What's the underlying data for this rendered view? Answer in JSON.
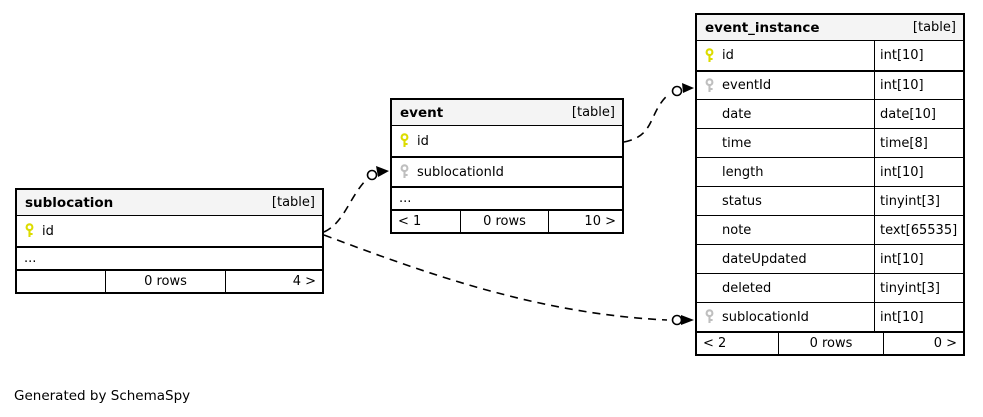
{
  "note": "Generated by SchemaSpy",
  "colors": {
    "primary_key": "#dcdc00",
    "foreign_key": "#bfbfbf",
    "header_bg": "#f4f4f4",
    "border": "#000000",
    "background": "#ffffff"
  },
  "tables": {
    "sublocation": {
      "name": "sublocation",
      "tag": "[table]",
      "columns": [
        {
          "name": "id",
          "key": "primary"
        }
      ],
      "ellipsis": "...",
      "footer": {
        "left": "",
        "center": "0 rows",
        "right": "4 >"
      }
    },
    "event": {
      "name": "event",
      "tag": "[table]",
      "columns": [
        {
          "name": "id",
          "key": "primary"
        },
        {
          "name": "sublocationId",
          "key": "foreign"
        }
      ],
      "ellipsis": "...",
      "footer": {
        "left": "< 1",
        "center": "0 rows",
        "right": "10 >"
      }
    },
    "event_instance": {
      "name": "event_instance",
      "tag": "[table]",
      "columns": [
        {
          "name": "id",
          "type": "int[10]",
          "key": "primary"
        },
        {
          "name": "eventId",
          "type": "int[10]",
          "key": "foreign"
        },
        {
          "name": "date",
          "type": "date[10]"
        },
        {
          "name": "time",
          "type": "time[8]"
        },
        {
          "name": "length",
          "type": "int[10]"
        },
        {
          "name": "status",
          "type": "tinyint[3]"
        },
        {
          "name": "note",
          "type": "text[65535]"
        },
        {
          "name": "dateUpdated",
          "type": "int[10]"
        },
        {
          "name": "deleted",
          "type": "tinyint[3]"
        },
        {
          "name": "sublocationId",
          "type": "int[10]",
          "key": "foreign"
        }
      ],
      "footer": {
        "left": "< 2",
        "center": "0 rows",
        "right": "0 >"
      }
    }
  },
  "relationships": [
    {
      "from": "event.id",
      "to": "event_instance.eventId"
    },
    {
      "from": "sublocation.id",
      "to": "event.sublocationId"
    },
    {
      "from": "sublocation.id",
      "to": "event_instance.sublocationId"
    }
  ]
}
